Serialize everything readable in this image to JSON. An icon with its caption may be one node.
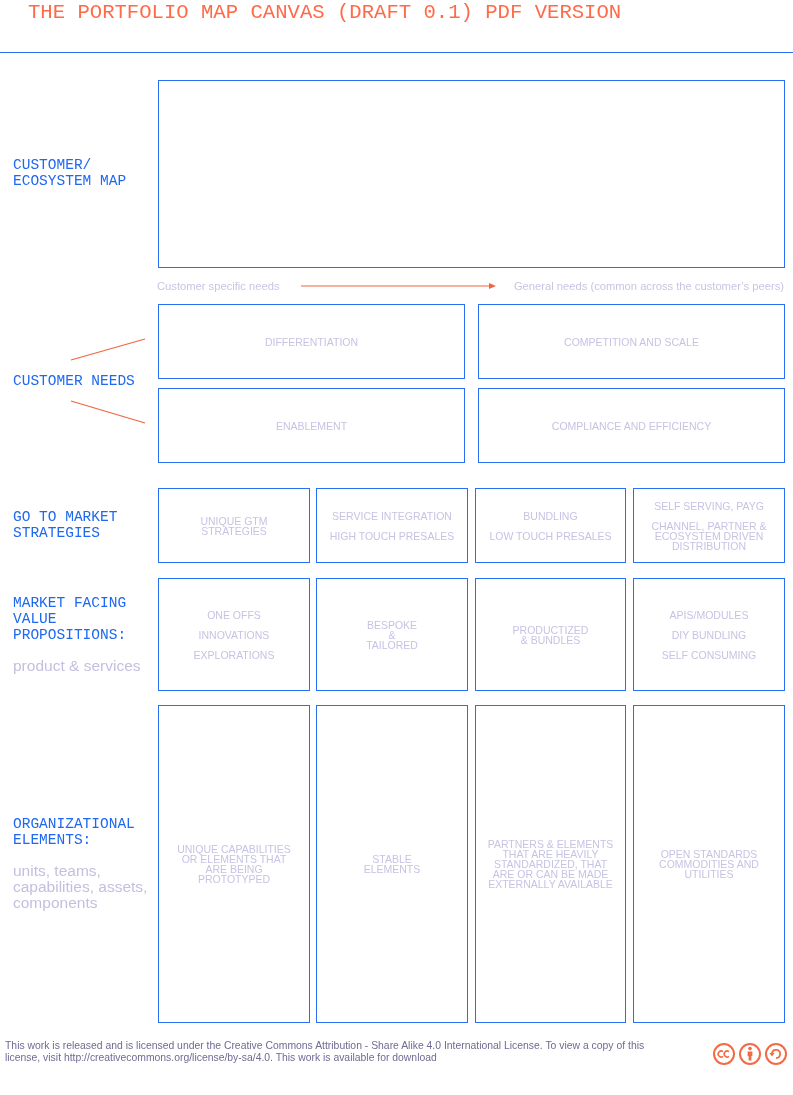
{
  "diagram": {
    "title": "THE PORTFOLIO MAP CANVAS (DRAFT 0.1) PDF VERSION",
    "nodes": [
      {
        "text": [],
        "shape": "box"
      },
      {
        "text": [
          "DIFFERENTIATION"
        ]
      },
      {
        "text": [
          "COMPETITION AND SCALE"
        ]
      },
      {
        "text": [
          "ENABLEMENT"
        ]
      },
      {
        "text": [
          "COMPLIANCE AND EFFICIENCY"
        ]
      },
      {
        "text": [
          "UNIQUE GTM STRATEGIES"
        ]
      },
      {
        "text": [
          "SERVICE INTEGRATION",
          "HIGH TOUCH PRESALES"
        ]
      },
      {
        "text": [
          "BUNDLING",
          "LOW TOUCH PRESALES"
        ]
      },
      {
        "text": [
          "SELF SERVING, PAYG",
          "CHANNEL, PARTNER & ECOSYSTEM DRIVEN DISTRIBUTION"
        ]
      },
      {
        "text": [
          "ONE OFFS",
          "INNOVATIONS",
          "EXPLORATIONS"
        ]
      },
      {
        "text": [
          "BESPOKE & TAILORED"
        ]
      },
      {
        "text": [
          "PRODUCTIZED & BUNDLES"
        ]
      },
      {
        "text": [
          "APIS/MODULES",
          "DIY BUNDLING",
          "SELF CONSUMING"
        ]
      },
      {
        "text": [
          "UNIQUE CAPABILITIES OR ELEMENTS THAT ARE BEING PROTOTYPED"
        ]
      },
      {
        "text": [
          "STABLE ELEMENTS"
        ]
      },
      {
        "text": [
          "PARTNERS & ELEMENTS THAT ARE HEAVILY STANDARDIZED, THAT ARE OR CAN BE MADE EXTERNALLY AVAILABLE"
        ]
      },
      {
        "text": [
          "OPEN STANDARDS COMMODITIES AND UTILITIES"
        ]
      }
    ],
    "edges": [],
    "labels": [
      "CUSTOMER/ ECOSYSTEM MAP",
      "Customer specific needs",
      "General needs (common across the customer’s peers)",
      "CUSTOMER NEEDS",
      "GO TO MARKET STRATEGIES",
      "MARKET FACING VALUE PROPOSITIONS:",
      "product & services",
      "ORGANIZATIONAL ELEMENTS:",
      "units, teams, capabilities, assets, components",
      "This work is released and is licensed under the Creative Commons Attribution - Share Alike 4.0 International License. To view a copy of this license, visit http://creativecommons.org/license/by-sa/4.0. This work is available for download"
    ]
  }
}
